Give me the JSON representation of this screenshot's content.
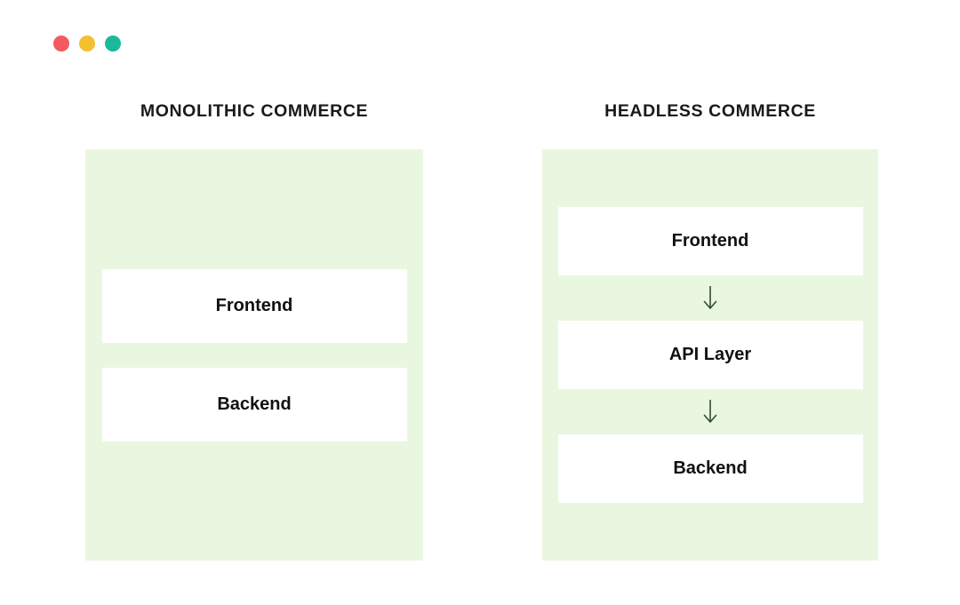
{
  "window": {
    "dots": [
      {
        "name": "close-dot",
        "color": "#f4595f"
      },
      {
        "name": "minimize-dot",
        "color": "#f5c02f"
      },
      {
        "name": "maximize-dot",
        "color": "#1bb899"
      }
    ]
  },
  "theme": {
    "page_background": "#ffffff",
    "panel_background": "#eaf7e0",
    "card_background": "#ffffff",
    "text_color": "#111111",
    "arrow_color": "#2f4f2f"
  },
  "columns": [
    {
      "id": "monolithic",
      "title": "MONOLITHIC COMMERCE",
      "cards": [
        {
          "label": "Frontend"
        },
        {
          "label": "Backend"
        }
      ],
      "arrows": []
    },
    {
      "id": "headless",
      "title": "HEADLESS COMMERCE",
      "cards": [
        {
          "label": "Frontend"
        },
        {
          "label": "API Layer"
        },
        {
          "label": "Backend"
        }
      ],
      "arrows": [
        {
          "glyph": "↓",
          "from": "Frontend",
          "to": "API Layer"
        },
        {
          "glyph": "↓",
          "from": "API Layer",
          "to": "Backend"
        }
      ]
    }
  ]
}
